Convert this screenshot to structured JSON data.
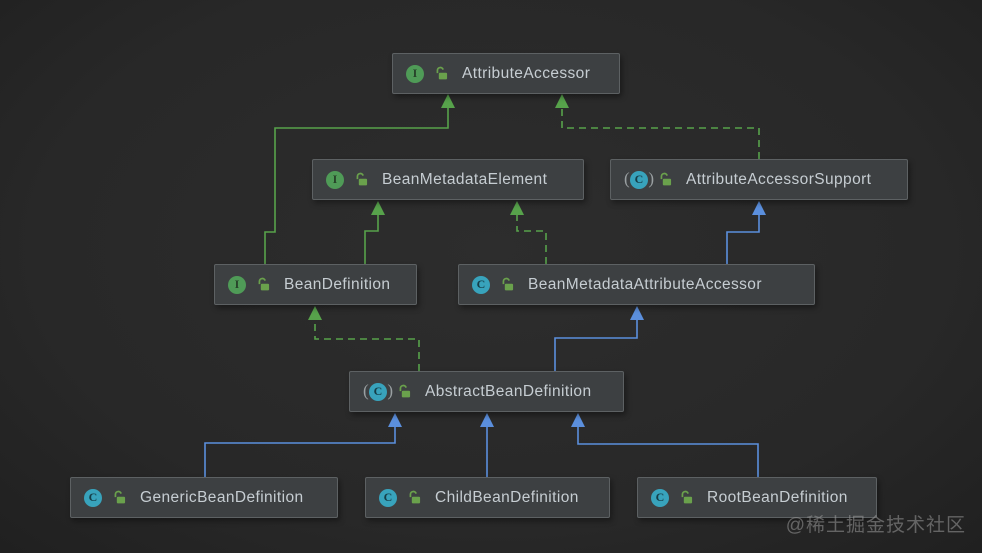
{
  "diagram": {
    "watermark": "@稀土掘金技术社区",
    "colors": {
      "background": "#2a2a2a",
      "node_fill": "#3d4042",
      "node_border": "#5d6163",
      "node_text": "#c6cdd2",
      "interface_icon_green": "#4f9b57",
      "class_icon_teal": "#38a3bc",
      "public_lock_green": "#6aa14c",
      "interface_edge_green": "#57a24b",
      "class_edge_blue": "#5b8fdd"
    },
    "nodes": [
      {
        "id": "AttributeAccessor",
        "label": "AttributeAccessor",
        "kind": "interface",
        "icon_letter": "I",
        "visibility": "public"
      },
      {
        "id": "BeanMetadataElement",
        "label": "BeanMetadataElement",
        "kind": "interface",
        "icon_letter": "I",
        "visibility": "public"
      },
      {
        "id": "AttributeAccessorSupport",
        "label": "AttributeAccessorSupport",
        "kind": "abstract-class",
        "icon_letter": "C",
        "visibility": "public"
      },
      {
        "id": "BeanDefinition",
        "label": "BeanDefinition",
        "kind": "interface",
        "icon_letter": "I",
        "visibility": "public"
      },
      {
        "id": "BeanMetadataAttributeAccessor",
        "label": "BeanMetadataAttributeAccessor",
        "kind": "class",
        "icon_letter": "C",
        "visibility": "public"
      },
      {
        "id": "AbstractBeanDefinition",
        "label": "AbstractBeanDefinition",
        "kind": "abstract-class",
        "icon_letter": "C",
        "visibility": "public"
      },
      {
        "id": "GenericBeanDefinition",
        "label": "GenericBeanDefinition",
        "kind": "class",
        "icon_letter": "C",
        "visibility": "public"
      },
      {
        "id": "ChildBeanDefinition",
        "label": "ChildBeanDefinition",
        "kind": "class",
        "icon_letter": "C",
        "visibility": "public"
      },
      {
        "id": "RootBeanDefinition",
        "label": "RootBeanDefinition",
        "kind": "class",
        "icon_letter": "C",
        "visibility": "public"
      }
    ],
    "edges": [
      {
        "from": "BeanDefinition",
        "to": "AttributeAccessor",
        "relation": "extends",
        "style": "solid-green"
      },
      {
        "from": "BeanDefinition",
        "to": "BeanMetadataElement",
        "relation": "extends",
        "style": "solid-green"
      },
      {
        "from": "AttributeAccessorSupport",
        "to": "AttributeAccessor",
        "relation": "implements",
        "style": "dashed-green"
      },
      {
        "from": "BeanMetadataAttributeAccessor",
        "to": "BeanMetadataElement",
        "relation": "implements",
        "style": "dashed-green"
      },
      {
        "from": "BeanMetadataAttributeAccessor",
        "to": "AttributeAccessorSupport",
        "relation": "extends",
        "style": "solid-blue"
      },
      {
        "from": "AbstractBeanDefinition",
        "to": "BeanDefinition",
        "relation": "implements",
        "style": "dashed-green"
      },
      {
        "from": "AbstractBeanDefinition",
        "to": "BeanMetadataAttributeAccessor",
        "relation": "extends",
        "style": "solid-blue"
      },
      {
        "from": "GenericBeanDefinition",
        "to": "AbstractBeanDefinition",
        "relation": "extends",
        "style": "solid-blue"
      },
      {
        "from": "ChildBeanDefinition",
        "to": "AbstractBeanDefinition",
        "relation": "extends",
        "style": "solid-blue"
      },
      {
        "from": "RootBeanDefinition",
        "to": "AbstractBeanDefinition",
        "relation": "extends",
        "style": "solid-blue"
      }
    ]
  }
}
